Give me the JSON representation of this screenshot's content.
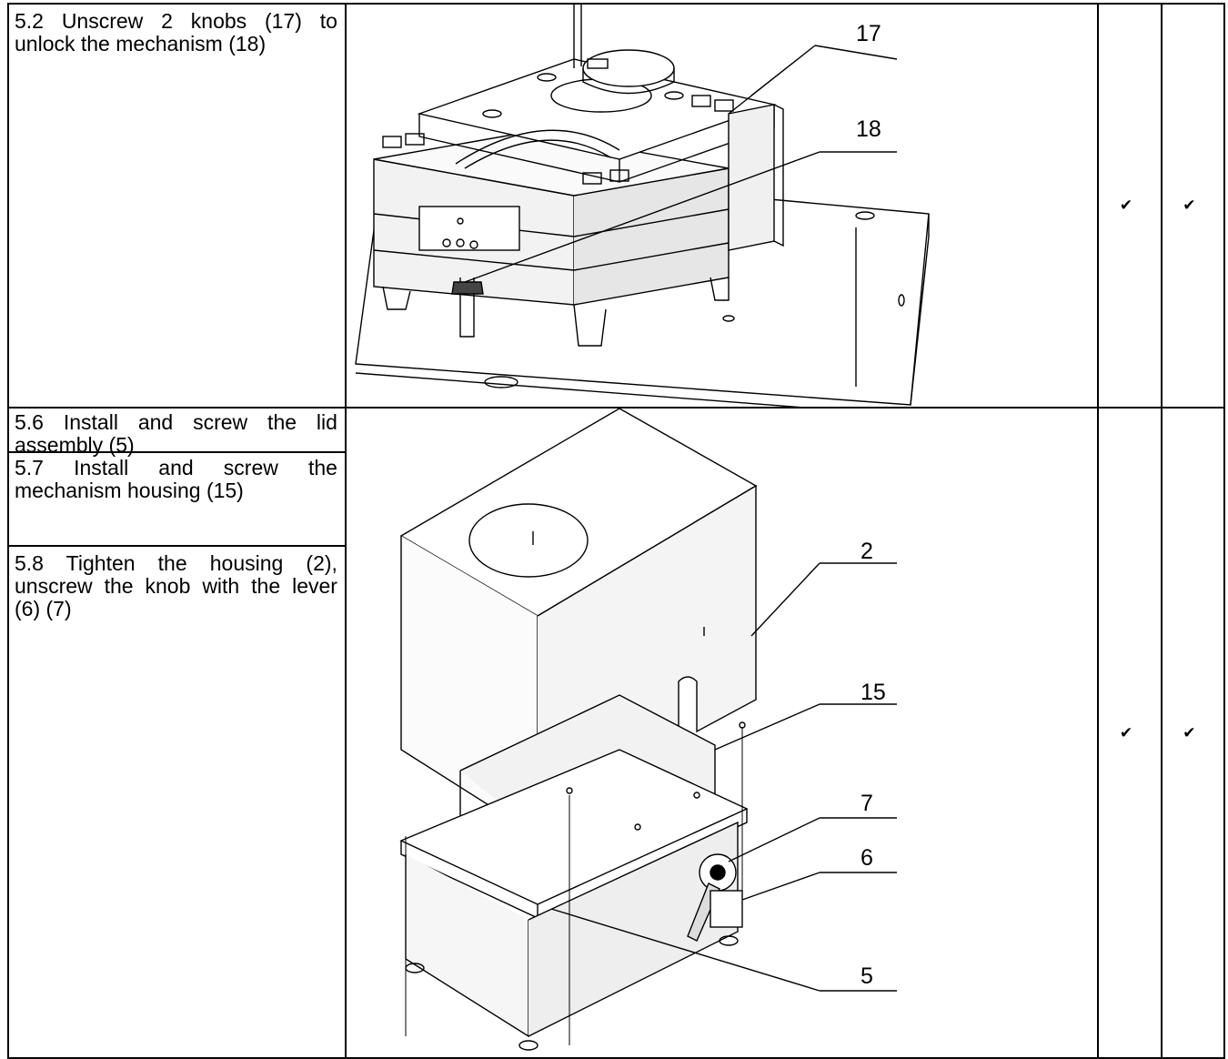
{
  "rows": [
    {
      "steps": [
        "5.2 Unscrew 2 knobs (17) to unlock the mechanism (18)"
      ],
      "callouts": [
        "17",
        "18"
      ],
      "checks": [
        "✔",
        "✔"
      ]
    },
    {
      "steps": [
        "5.6 Install and screw the lid assembly (5)",
        "5.7 Install and screw the mechanism housing (15)",
        "5.8 Tighten the housing (2), unscrew the knob with the lever (6) (7)"
      ],
      "callouts": [
        "2",
        "15",
        "7",
        "6",
        "5"
      ],
      "checks": [
        "✔",
        "✔"
      ]
    }
  ]
}
